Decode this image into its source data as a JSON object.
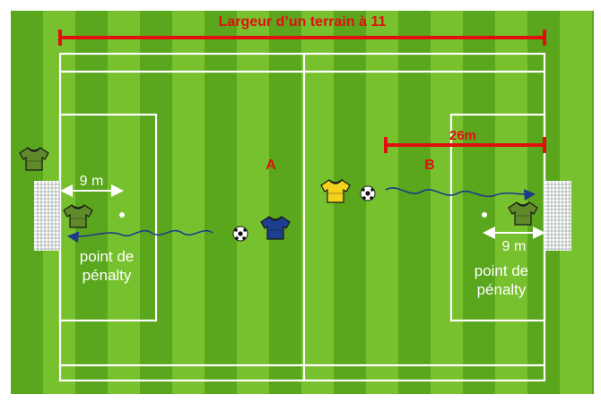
{
  "title": "Largeur d’un terrain à 11",
  "zones": {
    "a": "A",
    "b": "B"
  },
  "distances": {
    "left_penalty": "9 m",
    "right_penalty": "9 m",
    "b_zone": "26m"
  },
  "penalty_labels": {
    "left": "point de pénalty",
    "right": "point de pénalty"
  },
  "colors": {
    "grass_dark": "#5aa61c",
    "grass_light": "#78c12e",
    "lines": "#ffffff",
    "measure": "#e01010",
    "run_path": "#1f3a8a",
    "shirt_green": "#5f8a2a",
    "shirt_blue": "#1d3f8f",
    "shirt_yellow": "#f2d21b"
  },
  "icons": [
    "goal-net-icon",
    "player-shirt-icon",
    "soccer-ball-icon",
    "arrow-icon"
  ]
}
